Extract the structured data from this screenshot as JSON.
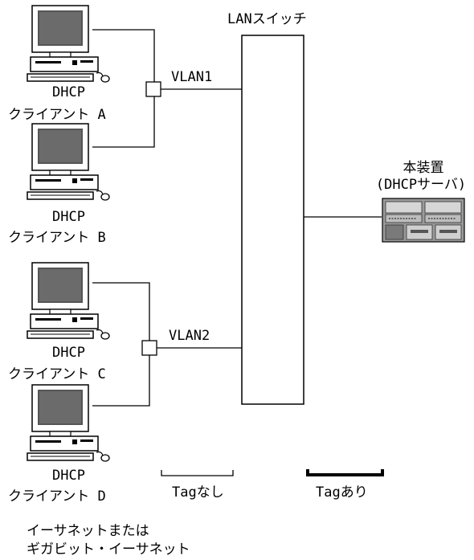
{
  "switch": {
    "label": "LANスイッチ"
  },
  "vlans": [
    {
      "label": "VLAN1"
    },
    {
      "label": "VLAN2"
    }
  ],
  "clients": [
    {
      "line1": "DHCP",
      "line2": "クライアント A"
    },
    {
      "line1": "DHCP",
      "line2": "クライアント B"
    },
    {
      "line1": "DHCP",
      "line2": "クライアント C"
    },
    {
      "line1": "DHCP",
      "line2": "クライアント D"
    }
  ],
  "server": {
    "line1": "本装置",
    "line2": "(DHCPサーバ)"
  },
  "legend": {
    "untagged": "Tagなし",
    "tagged": "Tagあり",
    "caption_line1": "イーサネットまたは",
    "caption_line2": "ギガビット・イーサネット"
  }
}
